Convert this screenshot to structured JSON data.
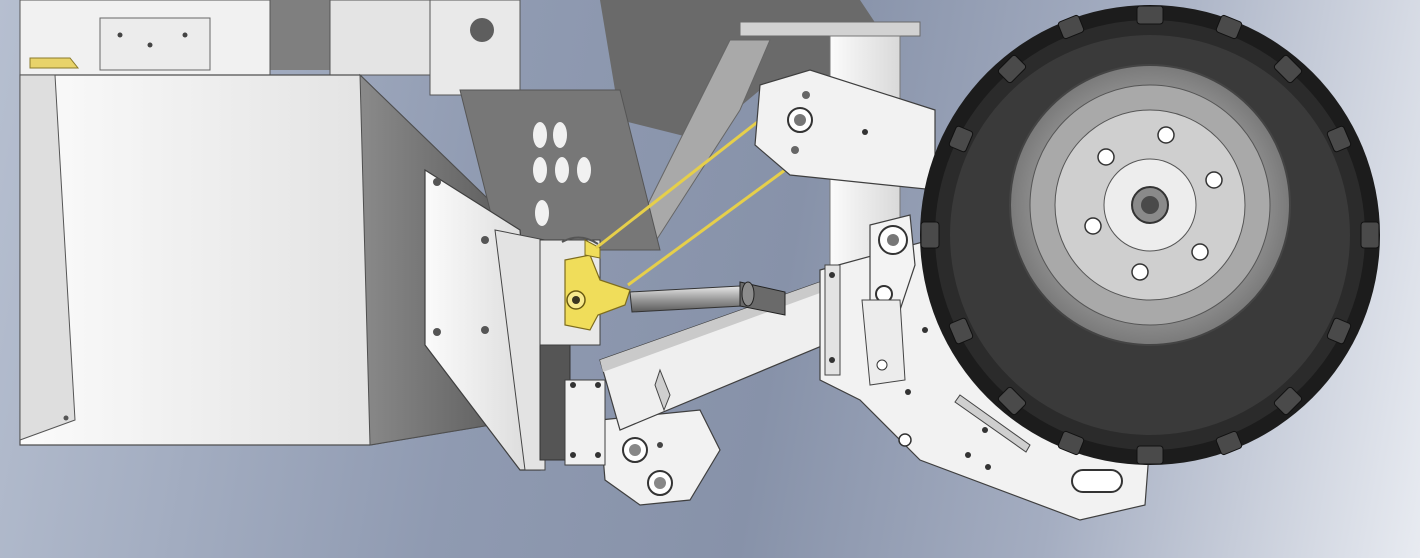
{
  "viewport": {
    "background_top": "#8792a9",
    "background_light": "#e8ebf1",
    "part_face": "#f3f3f3",
    "part_shadow": "#6d6d6d",
    "yellow_highlight": "#f0dd5a",
    "tire": "#1c1c1c"
  },
  "scene": {
    "components": [
      "bin-housing-part",
      "mounting-plate-part",
      "pivot-bracket-part",
      "linkage-arm-part",
      "wheel-assembly",
      "tire",
      "hub",
      "ball-joint-part",
      "highlighted-coupler-part",
      "cable-guide-part"
    ]
  }
}
